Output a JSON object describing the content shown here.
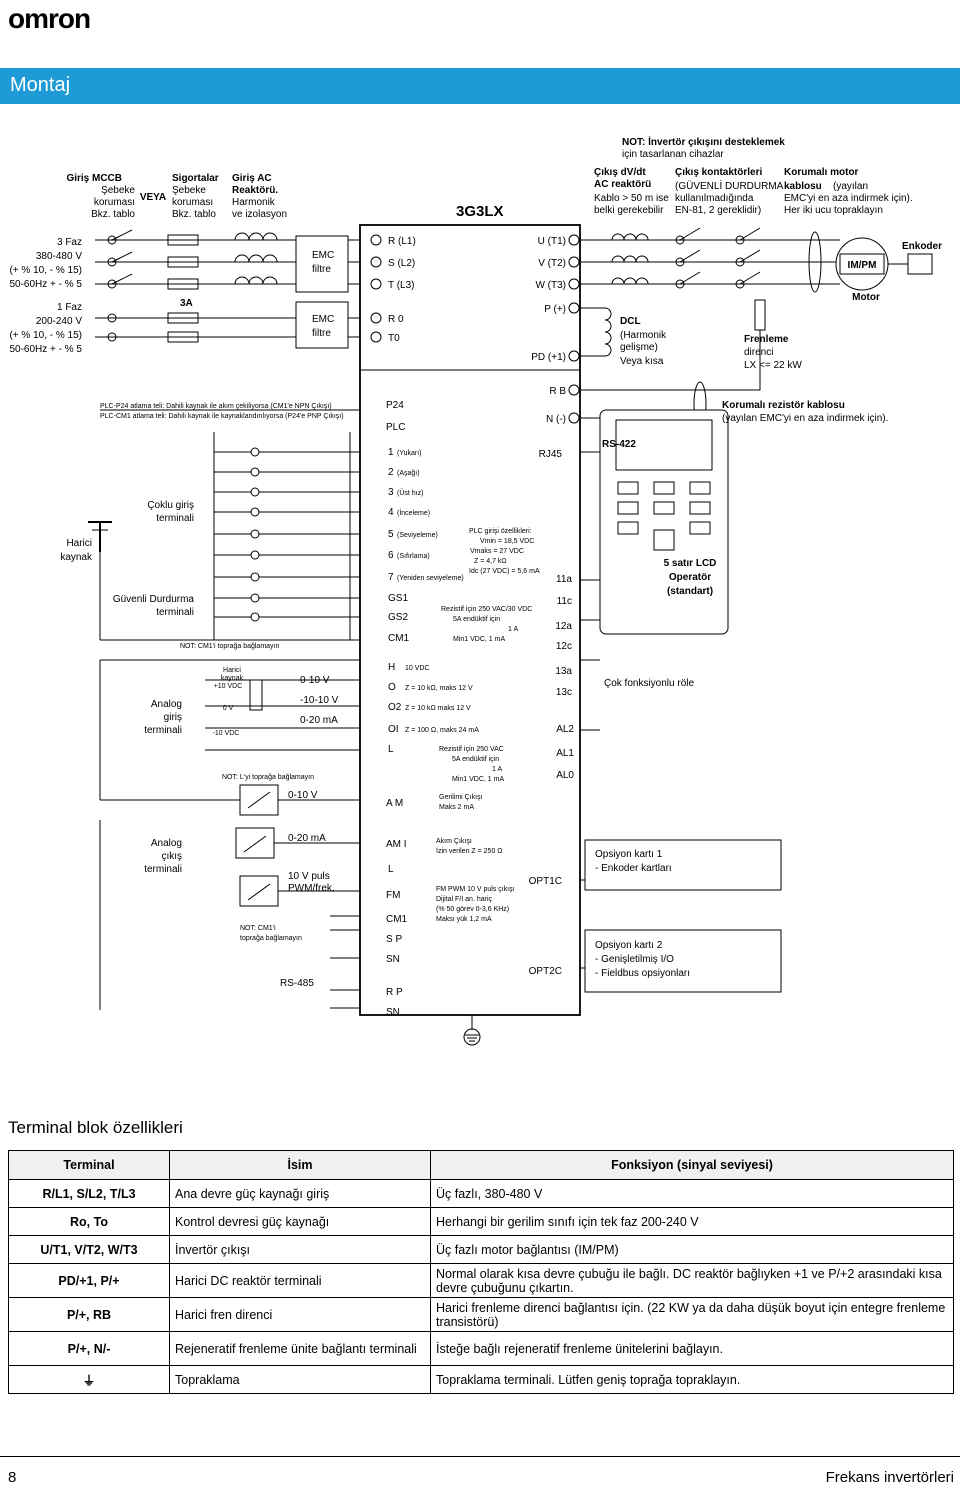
{
  "header": {
    "logo": "omron",
    "section_title": "Montaj"
  },
  "diagram": {
    "device": "3G3LX",
    "top_labels": {
      "mccb_title": "Giriş MCCB",
      "mccb_l1": "Şebeke",
      "mccb_l2": "koruması",
      "mccb_l3": "Bkz. tablo",
      "veya": "VEYA",
      "fuse_title": "Sigortalar",
      "fuse_l1": "Şebeke",
      "fuse_l2": "koruması",
      "fuse_l3": "Bkz. tablo",
      "acr_title1": "Giriş AC",
      "acr_title2": "Reaktörü.",
      "acr_l1": "Harmonik",
      "acr_l2": "ve izolasyon",
      "note_title": "NOT: İnvertör çıkışını desteklemek",
      "note_l2": "için tasarlanan cihazlar",
      "dvdt_title1": "Çıkış dV/dt",
      "dvdt_title2": "AC reaktörü",
      "dvdt_l1": "Kablo > 50 m ise",
      "dvdt_l2": "belki gerekebilir",
      "cont_title": "Çıkış kontaktörleri",
      "cont_l1": "(GÜVENLİ DURDURMA",
      "cont_l2": "kullanılmadığında",
      "cont_l3": "EN-81, 2 gereklidir)",
      "cable_title1": "Korumalı motor",
      "cable_title2": "kablosu",
      "cable_t2b": "(yayılan",
      "cable_l1": "EMC'yi en aza indirmek için).",
      "cable_l2": "Her iki ucu topraklayın"
    },
    "supply": {
      "s3_l1": "3 Faz",
      "s3_l2": "380-480 V",
      "s3_l3": "(+ % 10, - % 15)",
      "s3_l4": "50-60Hz + - % 5",
      "s1_l1": "1 Faz",
      "s1_l2": "200-240 V",
      "s1_l3": "(+ % 10, - % 15)",
      "s1_l4": "50-60Hz + - % 5",
      "fuse_3a": "3A",
      "emc1_l1": "EMC",
      "emc1_l2": "filtre",
      "emc2_l1": "EMC",
      "emc2_l2": "filtre"
    },
    "terminals_left": {
      "r": "R (L1)",
      "s": "S (L2)",
      "t": "T  (L3)",
      "r0": "R 0",
      "t0": "T0",
      "p24": "P24",
      "plc": "PLC",
      "i1": "1",
      "i1d": "(Yukarı)",
      "i2": "2",
      "i2d": "(Aşağı)",
      "i3": "3",
      "i3d": "(Üst hız)",
      "i4": "4",
      "i4d": "(İnceleme)",
      "i5": "5",
      "i5d": "(Seviyeleme)",
      "i6": "6",
      "i6d": "(Sıfırlama)",
      "i7": "7",
      "i7d": "(Yeniden seviyeleme)",
      "gs1": "GS1",
      "gs2": "GS2",
      "cm1": "CM1",
      "h": "H",
      "h_desc": "10 VDC",
      "o": "O",
      "o_desc": "Z = 10 kΩ, maks 12 V",
      "o2": "O2",
      "o2_desc": "Z = 10 kΩ maks 12 V",
      "oi": "OI",
      "oi_desc": "Z = 100 Ω, maks 24 mA",
      "l": "L",
      "am": "A M",
      "ami": "AM I",
      "l2": "L",
      "fm": "FM",
      "cm1b": "CM1",
      "sp": "S P",
      "sn": "SN",
      "rp": "R P",
      "sn2": "SN"
    },
    "terminals_right": {
      "u": "U (T1)",
      "v": "V (T2)",
      "w": "W (T3)",
      "p": "P (+)",
      "pd": "PD (+1)",
      "rb": "R B",
      "n": "N (-)",
      "rj45": "RJ45",
      "r11a": "11a",
      "r11c": "11c",
      "r12a": "12a",
      "r12c": "12c",
      "r13a": "13a",
      "r13c": "13c",
      "al2": "AL2",
      "al1": "AL1",
      "al0": "AL0",
      "opt1": "OPT1C",
      "opt2": "OPT2C"
    },
    "right_side": {
      "dcl_title": "DCL",
      "dcl_l1": "(Harmonik",
      "dcl_l2": "gelişme)",
      "dcl_l3": "Veya kısa",
      "brake_l1": "Frenleme",
      "brake_l2": "direnci",
      "brake_l3": "LX <= 22 kW",
      "motor_box": "IM/PM",
      "motor": "Motor",
      "encoder": "Enkoder",
      "brake_cable_title": "Korumalı rezistör kablosu",
      "brake_cable_l1": "(yayılan EMC'yi en aza indirmek için).",
      "rs422": "RS-422",
      "lcd_l1": "5 satır LCD",
      "lcd_l2": "Operatör",
      "lcd_l3": "(standart)",
      "relay": "Çok fonksiyonlu röle",
      "opt1_l1": "Opsiyon kartı 1",
      "opt1_l2": "- Enkoder kartları",
      "opt2_l1": "Opsiyon kartı 2",
      "opt2_l2": "- Genişletilmiş I/O",
      "opt2_l3": "- Fieldbus opsiyonları"
    },
    "middle_notes": {
      "plc_l1": "PLC girişi özellikleri:",
      "plc_l2": "Vmin = 18,5 VDC",
      "plc_l3": "Vmaks = 27 VDC",
      "plc_l4": "Z = 4,7 kΩ",
      "plc_l5": "Idc (27 VDC) = 5,6 mA",
      "rez1_l1": "Rezistif için 250 VAC/30 VDC",
      "rez1_l2": "5A endüktif için",
      "rez1_l3": "1 A",
      "rez1_l4": "Min1 VDC, 1 mA",
      "rez2_l1": "Rezistif için 250 VAC",
      "rez2_l2": "5A endüktif için",
      "rez2_l3": "1 A",
      "rez2_l4": "Min1 VDC, 1 mA",
      "volt_out_l1": "Gerilimi Çıkışı",
      "volt_out_l2": "Maks 2 mA",
      "cur_out_l1": "Akım Çıkışı",
      "cur_out_l2": "İzin verilen Z = 250 Ω",
      "fm_l1": "FM PWM 10 V puls çıkışı",
      "fm_l2": "Dijital F/I an. hariç",
      "fm_l3": "(% 50 görev 0-3,6 KHz)",
      "fm_l4": "Maksı yük 1,2 mA"
    },
    "left_side": {
      "jumper_l1": "PLC-P24 atlama teli: Dahili kaynak ile akım çekiliyorsa (CM1'e NPN Çıkışı)",
      "jumper_l2": "PLC-CM1 atlama teli: Dahili kaynak ile kaynaklandırılıyorsa (P24'e PNP Çıkışı)",
      "ext_l1": "Harici",
      "ext_l2": "kaynak",
      "multi_l1": "Çoklu giriş",
      "multi_l2": "terminali",
      "safe_l1": "Güvenli Durdurma",
      "safe_l2": "terminali",
      "cm1_note": "NOT: CM1'i toprağa bağlamayın",
      "ext2_l1": "Harici",
      "ext2_l2": "kaynak",
      "ext2_l3": "+10 VDC",
      "zero_v": "0 V",
      "minus10": "-10 VDC",
      "r010": "0-10 V",
      "r1010": "-10-10 V",
      "r020": "0-20 mA",
      "ain_l1": "Analog",
      "ain_l2": "giriş",
      "ain_l3": "terminali",
      "l_note": "NOT: L'yi toprağa bağlamayın",
      "meter_010": "0-10 V",
      "aout_l1": "Analog",
      "aout_l2": "çıkış",
      "aout_l3": "terminali",
      "meter_020": "0-20 mA",
      "puls_l1": "10 V puls",
      "puls_l2": "PWM/frek.",
      "cm1_note2_l1": "NOT: CM1'i",
      "cm1_note2_l2": "toprağa bağlamayın",
      "rs485": "RS-485"
    }
  },
  "spec_table": {
    "title": "Terminal blok özellikleri",
    "headers": [
      "Terminal",
      "İsim",
      "Fonksiyon (sinyal seviyesi)"
    ],
    "rows": [
      {
        "terminal": "R/L1, S/L2, T/L3",
        "name": "Ana devre güç kaynağı giriş",
        "func": "Üç fazlı, 380-480 V"
      },
      {
        "terminal": "Ro, To",
        "name": "Kontrol devresi güç kaynağı",
        "func": "Herhangi bir gerilim sınıfı için tek faz 200-240 V"
      },
      {
        "terminal": "U/T1, V/T2, W/T3",
        "name": "İnvertör çıkışı",
        "func": "Üç fazlı motor bağlantısı (IM/PM)"
      },
      {
        "terminal": "PD/+1, P/+",
        "name": "Harici DC reaktör terminali",
        "func": "Normal olarak kısa devre çubuğu ile bağlı. DC reaktör bağlıyken +1 ve P/+2 arasındaki kısa devre çubuğunu çıkartın."
      },
      {
        "terminal": "P/+, RB",
        "name": "Harici fren direnci",
        "func": "Harici frenleme direnci bağlantısı için. (22 KW ya da daha düşük boyut için entegre frenleme transistörü)"
      },
      {
        "terminal": "P/+, N/-",
        "name": "Rejeneratif frenleme ünite bağlantı terminali",
        "func": "İsteğe bağlı rejeneratif frenleme ünitelerini bağlayın."
      },
      {
        "terminal": "⏚",
        "name": "Topraklama",
        "func": "Topraklama terminali. Lütfen geniş toprağa topraklayın."
      }
    ]
  },
  "footer": {
    "page": "8",
    "doc": "Frekans invertörleri"
  },
  "colors": {
    "accent": "#1e9ad6"
  }
}
